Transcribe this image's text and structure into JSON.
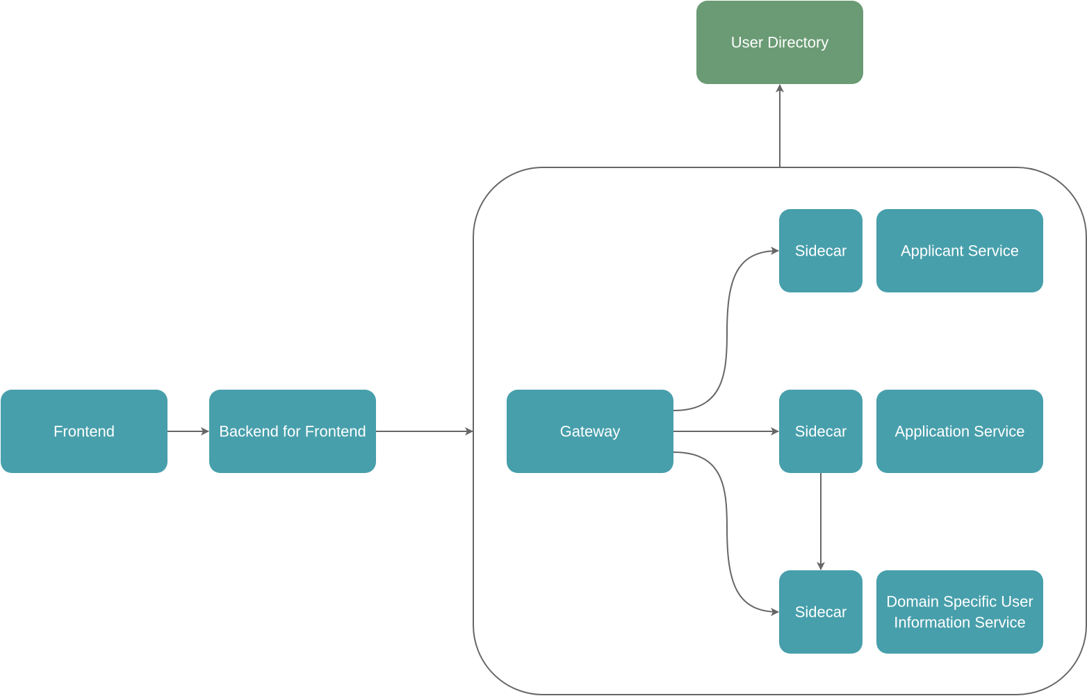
{
  "colors": {
    "service": "#479FAB",
    "directory": "#6A9B74",
    "line": "#666666",
    "text": "#ffffff"
  },
  "nodes": {
    "frontend": {
      "label": "Frontend"
    },
    "bff": {
      "label": "Backend for Frontend"
    },
    "gateway": {
      "label": "Gateway"
    },
    "user_directory": {
      "label": "User Directory"
    },
    "sidecar_top": {
      "label": "Sidecar"
    },
    "sidecar_middle": {
      "label": "Sidecar"
    },
    "sidecar_bottom": {
      "label": "Sidecar"
    },
    "applicant_service": {
      "label": "Applicant Service"
    },
    "application_service": {
      "label": "Application Service"
    },
    "domain_user_info_service": {
      "label_line1": "Domain Specific User",
      "label_line2": "Information Service"
    }
  }
}
